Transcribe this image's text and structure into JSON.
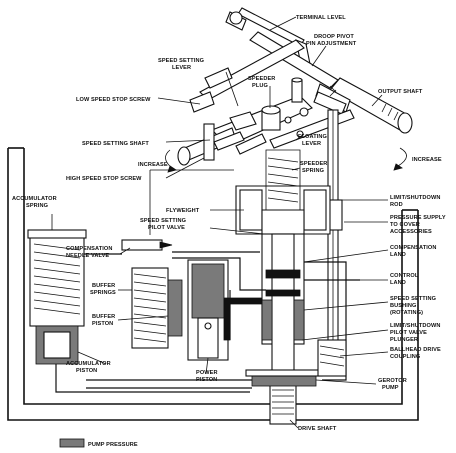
{
  "diagram": {
    "labels": {
      "terminal_level": "TERMINAL LEVEL",
      "droop_pivot": "DROOP PIVOT",
      "pin_adjustment": "PIN ADJUSTMENT",
      "output_shaft": "OUTPUT SHAFT",
      "speed_setting": "SPEED SETTING",
      "lever": "LEVER",
      "speeder": "SPEEDER",
      "plug": "PLUG",
      "low_speed_stop_screw": "LOW SPEED STOP SCREW",
      "speed_setting_shaft": "SPEED SETTING SHAFT",
      "increase_left": "INCREASE",
      "increase_right": "INCREASE",
      "high_speed_stop_screw": "HIGH SPEED STOP SCREW",
      "floating": "FLOATING",
      "lever2": "LEVER",
      "speeder2": "SPEEDER",
      "spring": "SPRING",
      "limit_shutdown": "LIMIT/SHUTDOWN",
      "rod": "ROD",
      "accumulator": "ACCUMULATOR",
      "spring2": "SPRING",
      "flyweight": "FLYWEIGHT",
      "pressure_supply": "PRESSURE SUPPLY",
      "to_cover": "TO COVER",
      "accessories": "ACCESSORIES",
      "speed_setting2": "SPEED SETTING",
      "pilot_valve": "PILOT VALVE",
      "compensation": "COMPENSATION",
      "land": "LAND",
      "compensation2": "COMPENSATION",
      "needle_valve": "NEEDLE VALVE",
      "control": "CONTROL",
      "land2": "LAND",
      "buffer": "BUFFER",
      "springs": "SPRINGS",
      "speed_setting3": "SPEED SETTING",
      "bushing": "BUSHING",
      "rotating": "(ROTATING)",
      "buffer2": "BUFFER",
      "piston": "PISTON",
      "limit_shutdown2": "LIMIT/SHUTDOWN",
      "pilot_valve2": "PILOT VALVE",
      "plunger": "PLUNGER",
      "ballhead_drive": "BALLHEAD DRIVE",
      "coupling": "COUPLING",
      "accumulator2": "ACCUMULATOR",
      "piston2": "PISTON",
      "power": "POWER",
      "piston3": "PISTON",
      "gerotor": "GEROTOR",
      "pump": "PUMP",
      "drive_shaft": "DRIVE SHAFT"
    },
    "legend": {
      "label": "PUMP PRESSURE",
      "color": "#7a7a7a"
    }
  }
}
